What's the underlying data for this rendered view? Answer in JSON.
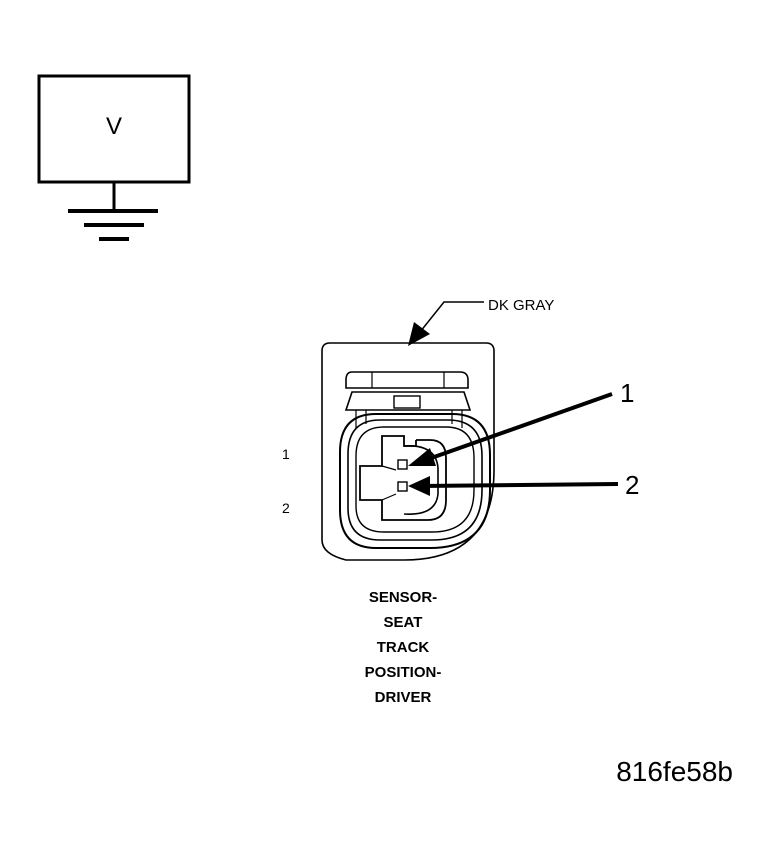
{
  "meter": {
    "symbol_label": "V"
  },
  "connector": {
    "color_label": "DK GRAY",
    "pin_labels": [
      "1",
      "2"
    ],
    "callouts": [
      "1",
      "2"
    ],
    "title_lines": [
      "SENSOR-",
      "SEAT",
      "TRACK",
      "POSITION-",
      "DRIVER"
    ]
  },
  "figure_id": "816fe58b"
}
